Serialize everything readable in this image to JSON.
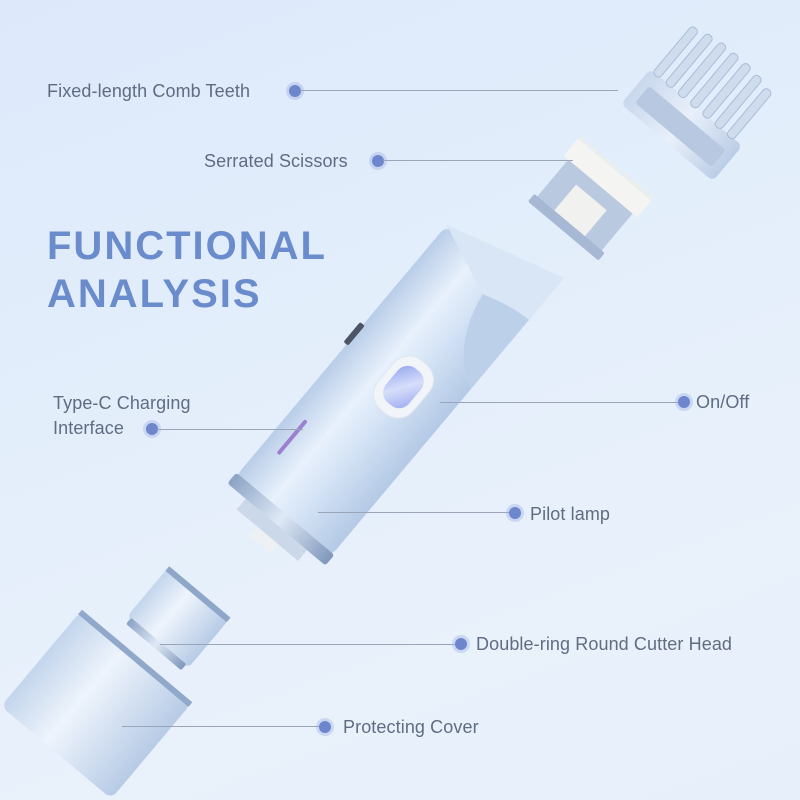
{
  "title": {
    "line1": "FUNCTIONAL",
    "line2": "ANALYSIS"
  },
  "callouts": [
    {
      "id": "comb-teeth",
      "label": "Fixed-length Comb Teeth"
    },
    {
      "id": "serrated-scissors",
      "label": "Serrated Scissors"
    },
    {
      "id": "type-c",
      "label_line1": "Type-C Charging",
      "label_line2": "Interface"
    },
    {
      "id": "on-off",
      "label": "On/Off"
    },
    {
      "id": "pilot-lamp",
      "label": "Pilot lamp"
    },
    {
      "id": "cutter-head",
      "label": "Double-ring Round Cutter Head"
    },
    {
      "id": "protecting-cover",
      "label": "Protecting Cover"
    }
  ],
  "colors": {
    "background": "#e3eefb",
    "title": "#6a8ccc",
    "label_text": "#5f6c82",
    "dot": "#6d86cc",
    "leader_line": "#9aa5b8",
    "device_body": "#cfdff2",
    "button": "#a9b8f0",
    "pilot_lamp": "#9c7fd0"
  }
}
